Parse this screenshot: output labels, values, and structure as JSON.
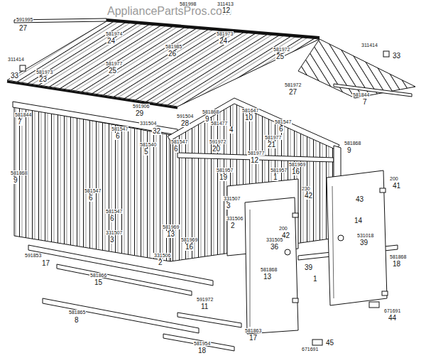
{
  "diagram": {
    "labels": [
      "AppliancePartsPros.com",
      "581998",
      "311413",
      "12",
      "591995",
      "27",
      "581974",
      "24",
      "581985",
      "26",
      "581973",
      "24",
      "581972",
      "25",
      "311414",
      "33",
      "311414",
      "33",
      "581977",
      "25",
      "581973",
      "23",
      "581972",
      "27",
      "581844",
      "7",
      "581844",
      "7",
      "591906",
      "29",
      "581547",
      "6",
      "331504",
      "32",
      "591504",
      "28",
      "581868",
      "9",
      "581647",
      "10",
      "581547",
      "6",
      "581477",
      "4",
      "581540",
      "5",
      "581547",
      "6",
      "591972",
      "20",
      "581977",
      "21",
      "581977",
      "12",
      "581969",
      "16",
      "581868",
      "9",
      "581957",
      "19",
      "581957",
      "1",
      "581868",
      "9",
      "581547",
      "6",
      "581547",
      "6",
      "331507",
      "3",
      "331507",
      "3",
      "581969",
      "13",
      "331506",
      "2",
      "581969",
      "16",
      "200",
      "42",
      "230",
      "42",
      "331505",
      "36",
      "581868",
      "13",
      "39",
      "1",
      "200",
      "41",
      "43",
      "14",
      "531018",
      "39",
      "581868",
      "18",
      "671691",
      "44",
      "671691",
      "45",
      "591853",
      "17",
      "581866",
      "15",
      "581865",
      "8",
      "591972",
      "11",
      "581863",
      "17",
      "581954",
      "18",
      "331506",
      "2"
    ]
  }
}
